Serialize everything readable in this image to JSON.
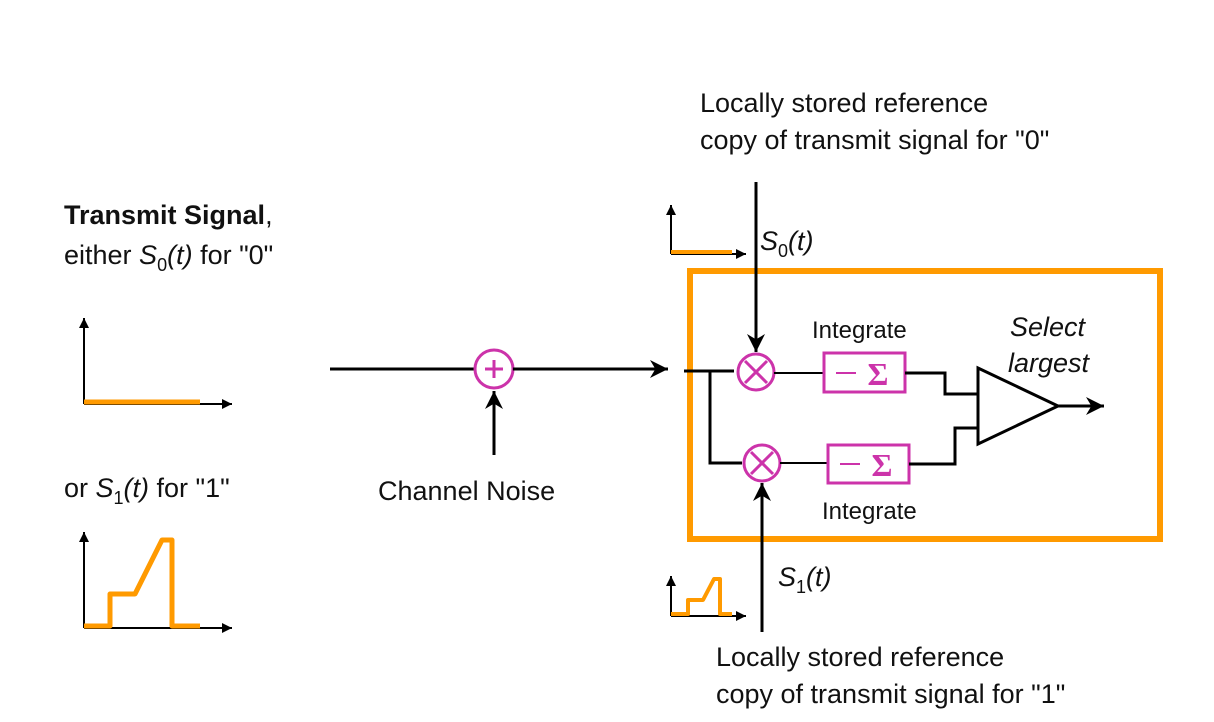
{
  "colors": {
    "signal": "#ff9a00",
    "block": "#cc33aa",
    "line": "#000000",
    "frame": "#ff9a00"
  },
  "left": {
    "title_bold": "Transmit  Signal",
    "title_comma": ",",
    "line2_pre": "either ",
    "line2_var": "S",
    "line2_sub": "0",
    "line2_arg": "(t)",
    "line2_post": " for \"0\"",
    "line3_pre": "or ",
    "line3_var": "S",
    "line3_sub": "1",
    "line3_arg": "(t)",
    "line3_post": " for \"1\""
  },
  "channel": {
    "noise_label": "Channel Noise",
    "adder_symbol": "+"
  },
  "receiver": {
    "top_ref_line1": "Locally stored reference",
    "top_ref_line2": "copy of transmit signal for \"0\"",
    "bottom_ref_line1": "Locally stored reference",
    "bottom_ref_line2": "copy of transmit signal for \"1\"",
    "s0_var": "S",
    "s0_sub": "0",
    "s0_arg": "(t)",
    "s1_var": "S",
    "s1_sub": "1",
    "s1_arg": "(t)",
    "integrate_top": "Integrate",
    "integrate_bottom": "Integrate",
    "sigma": "Σ",
    "select_line1": "Select",
    "select_line2": "largest",
    "multiply_symbol": "×"
  }
}
